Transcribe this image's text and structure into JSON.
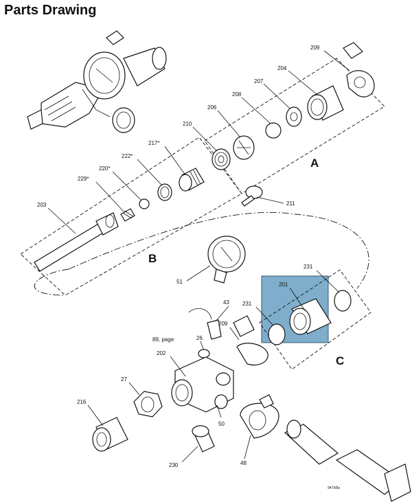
{
  "title": "Parts Drawing",
  "highlight_color": "#7faecc",
  "groups": [
    "A",
    "B",
    "C"
  ],
  "parts": [
    {
      "id": "209a",
      "label": "209"
    },
    {
      "id": "204",
      "label": "204"
    },
    {
      "id": "207",
      "label": "207"
    },
    {
      "id": "208",
      "label": "208"
    },
    {
      "id": "206",
      "label": "206"
    },
    {
      "id": "210",
      "label": "210"
    },
    {
      "id": "217",
      "label": "217*"
    },
    {
      "id": "222",
      "label": "222*"
    },
    {
      "id": "220",
      "label": "220*"
    },
    {
      "id": "229",
      "label": "229*"
    },
    {
      "id": "203",
      "label": "203"
    },
    {
      "id": "211",
      "label": "211"
    },
    {
      "id": "51",
      "label": "51"
    },
    {
      "id": "231a",
      "label": "231"
    },
    {
      "id": "201",
      "label": "201"
    },
    {
      "id": "231b",
      "label": "231"
    },
    {
      "id": "43",
      "label": "43"
    },
    {
      "id": "209b",
      "label": "209"
    },
    {
      "id": "89",
      "label": "89, page"
    },
    {
      "id": "26",
      "label": "26"
    },
    {
      "id": "202",
      "label": "202"
    },
    {
      "id": "27",
      "label": "27"
    },
    {
      "id": "216",
      "label": "216"
    },
    {
      "id": "50",
      "label": "50"
    },
    {
      "id": "230",
      "label": "230"
    },
    {
      "id": "48",
      "label": "48"
    }
  ],
  "drawing_code": "9479/8a"
}
